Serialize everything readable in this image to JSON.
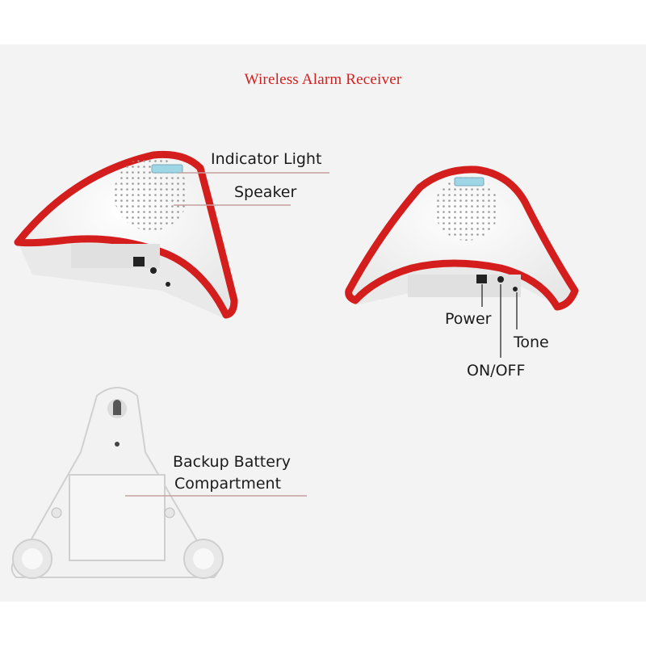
{
  "title": "Wireless Alarm Receiver",
  "labels": {
    "indicator_light": "Indicator Light",
    "speaker": "Speaker",
    "power": "Power",
    "tone": "Tone",
    "on_off": "ON/OFF",
    "backup_battery_line1": "Backup Battery",
    "backup_battery_line2": "Compartment"
  },
  "colors": {
    "accent_red": "#d41e1e",
    "device_white": "#f7f7f7",
    "background": "#f3f3f3"
  }
}
